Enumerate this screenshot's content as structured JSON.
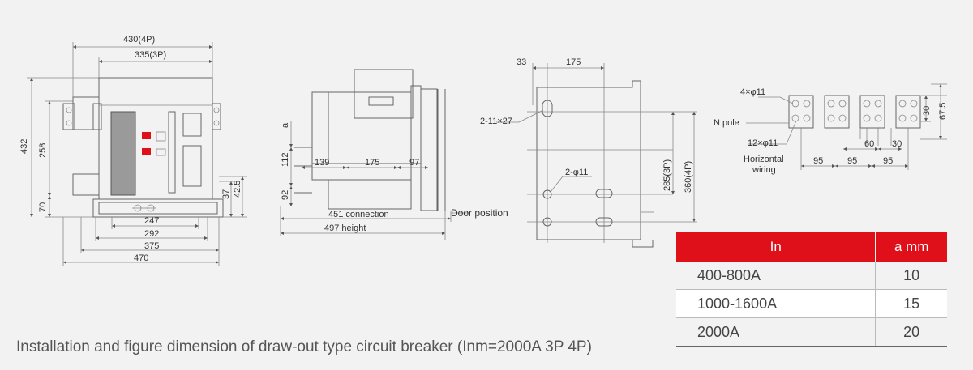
{
  "caption": "Installation and figure dimension of draw-out type circuit breaker (Inm=2000A 3P 4P)",
  "front_view": {
    "dim_top_4p": "430(4P)",
    "dim_top_3p": "335(3P)",
    "dim_432": "432",
    "dim_258": "258",
    "dim_70": "70",
    "dim_37": "37",
    "dim_42_5": "42.5",
    "dim_247": "247",
    "dim_292": "292",
    "dim_375": "375",
    "dim_470": "470"
  },
  "side_view": {
    "dim_a": "a",
    "dim_112": "112",
    "dim_92": "92",
    "dim_139": "139",
    "dim_175": "175",
    "dim_97": "97",
    "dim_451": "451 connection",
    "dim_497": "497 height",
    "door_position": "Door position"
  },
  "mount_view": {
    "dim_33": "33",
    "dim_175": "175",
    "slot_label": "2-11×27",
    "hole_label": "2-φ11",
    "dim_285": "285(3P)",
    "dim_360": "360(4P)"
  },
  "terminal_view": {
    "hole_label": "4×φ11",
    "n_pole": "N pole",
    "holes_12": "12×φ11",
    "horizontal_wiring": "Horizontal wiring",
    "dim_95_a": "95",
    "dim_95_b": "95",
    "dim_95_c": "95",
    "dim_60": "60",
    "dim_30_h": "30",
    "dim_30_v": "30",
    "dim_67_5": "67.5"
  },
  "table": {
    "headers": [
      "In",
      "a mm"
    ],
    "rows": [
      [
        "400-800A",
        "10"
      ],
      [
        "1000-1600A",
        "15"
      ],
      [
        "2000A",
        "20"
      ]
    ]
  },
  "colors": {
    "header_red": "#e0101a",
    "indicator_red": "#e0101a",
    "background": "#f2f2f3"
  }
}
